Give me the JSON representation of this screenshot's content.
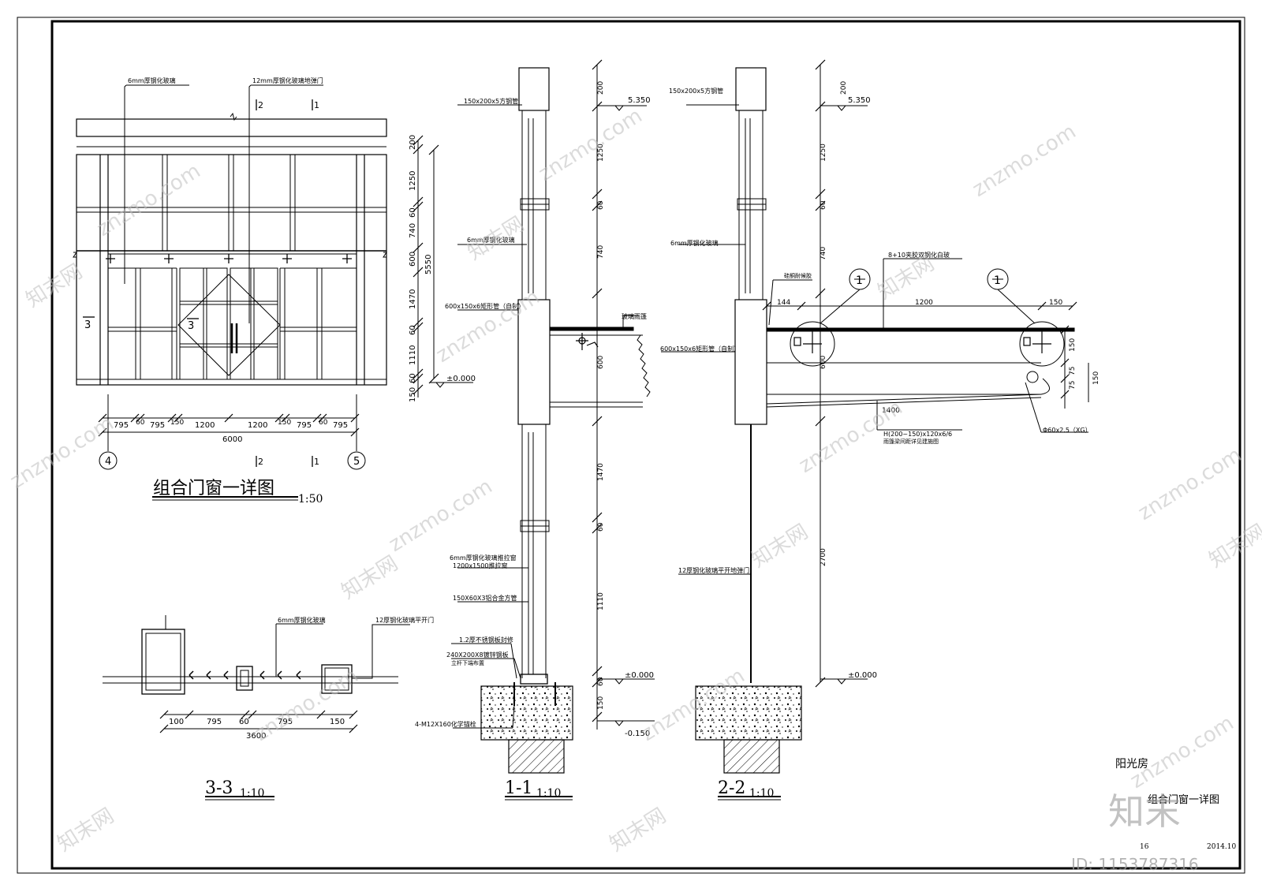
{
  "elev": {
    "label_glass6": "6mm厚钢化玻璃",
    "label_door12": "12mm厚钢化玻璃地弹门",
    "sec_mark_2": "2",
    "sec_mark_1": "1",
    "sec_mark_3": "3",
    "right_dims": [
      "200",
      "1250",
      "60",
      "740",
      "600",
      "1470",
      "60",
      "1110",
      "60",
      "150"
    ],
    "total_height": "5550",
    "bottom_dims": [
      "795",
      "60",
      "795",
      "150",
      "1200",
      "1200",
      "150",
      "795",
      "60",
      "795"
    ],
    "total_width": "6000",
    "level": "±0.000",
    "axis_left": "4",
    "axis_right": "5",
    "title": "组合门窗一详图",
    "scale": "1:50"
  },
  "s11": {
    "tube_top": "150x200x5方钢管",
    "glass6": "6mm厚钢化玻璃",
    "beam": "600x150x6矩形管（自制）",
    "canopy_glass": "玻璃雨篷",
    "glass6_window_l1": "6mm厚钢化玻璃推拉窗",
    "glass6_window_l2": "1200x1500推拉窗",
    "alum_tube": "150X60X3铝合金方管",
    "steel_sheet": "1.2厚不锈钢板封修",
    "plate_l1": "240X200X8镀锌钢板",
    "plate_l2": "立杆下端布置",
    "anchor": "4-M12X160化学锚栓",
    "dims": [
      "200",
      "1250",
      "60",
      "740",
      "600",
      "1470",
      "60",
      "1110",
      "60",
      "150"
    ],
    "level_top": "5.350",
    "level_zero": "±0.000",
    "level_minus": "-0.150",
    "title": "1-1",
    "scale": "1:10"
  },
  "s22": {
    "tube_top": "150x200x5方钢管",
    "glass6": "6mm厚钢化玻璃",
    "beam": "600x150x6矩形管（自制）",
    "sealant": "硅酮耐候胶",
    "laminated": "8+10夹胶双钢化白玻",
    "door12": "12厚钢化玻璃平开地弹门",
    "steel_h_l1": "H(200~150)x120x6/6",
    "steel_h_l2": "雨篷梁间距详见建施图",
    "pipe": "Φ60x2.5（XG）",
    "dims_v": [
      "200",
      "1250",
      "60",
      "740",
      "600",
      "2700"
    ],
    "dim_144": "144",
    "dim_1200": "1200",
    "dim_150": "150",
    "dim_1400": "1400",
    "dim_r150a": "150",
    "dim_r75a": "75",
    "dim_r75b": "75",
    "dim_r150b": "150",
    "detail_no": "1",
    "level_top": "5.350",
    "level_zero": "±0.000",
    "title": "2-2",
    "scale": "1:10"
  },
  "s33": {
    "glass6": "6mm厚钢化玻璃",
    "door12": "12厚钢化玻璃平开门",
    "dims": [
      "100",
      "795",
      "60",
      "795",
      "150"
    ],
    "total": "3600",
    "title": "3-3",
    "scale": "1:10"
  },
  "titleblock": {
    "project": "阳光房",
    "drawing_name": "组合门窗一详图",
    "sheet_no": "16",
    "date": "2014.10"
  },
  "watermark": {
    "text": "znzmo.com",
    "brand": "知末网",
    "logo": "知末",
    "id": "ID: 1153787316"
  }
}
